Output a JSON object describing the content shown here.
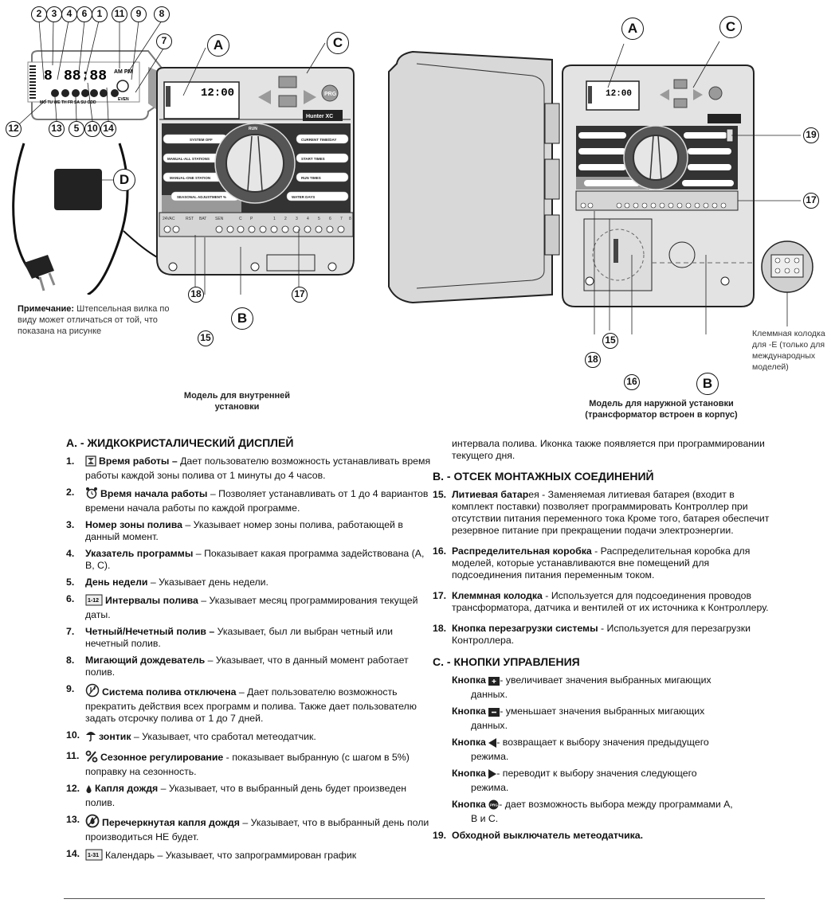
{
  "figure": {
    "lcd_zoom": {
      "digits_left": "8",
      "digits_time": "88:88",
      "am_pm": "AM PM",
      "days": [
        "MO",
        "TU",
        "WE",
        "TH",
        "FR",
        "SA",
        "SU",
        "ODD"
      ],
      "even": "EVEN",
      "callouts_top": [
        "2",
        "3",
        "4",
        "6",
        "1",
        "11",
        "9",
        "8",
        "7"
      ],
      "callouts_bottom": [
        "12",
        "13",
        "5",
        "10",
        "14"
      ]
    },
    "indoor": {
      "lcd_time": "12:00",
      "callouts": [
        "A",
        "C",
        "D",
        "B",
        "18",
        "15",
        "17"
      ],
      "dial_labels_left": [
        "SYSTEM OFF",
        "MANUAL-ALL STATIONS",
        "MANUAL-ONE STATION",
        "SEASONAL ADJUSTMENT %"
      ],
      "dial_labels_right": [
        "CURRENT TIME/DAY",
        "START TIMES",
        "RUN TIMES",
        "WATER DAYS"
      ],
      "dial_top": "RUN",
      "brand": "Hunter XC",
      "terminals": [
        "24VAC",
        "RST",
        "BAT",
        "SEN",
        "C",
        "P",
        "1",
        "2",
        "3",
        "4",
        "5",
        "6",
        "7",
        "8"
      ],
      "caption": "Модель для внутренней установки",
      "note_bold": "Примечание:",
      "note_text": " Штепсельная вилка по виду может отличаться от той, что показана на рисунке"
    },
    "outdoor": {
      "lcd_time": "12:00",
      "callouts": [
        "A",
        "C",
        "19",
        "17",
        "18",
        "15",
        "16",
        "B"
      ],
      "terminal_block_note": "Клеммная колодка для -E (только для международных моделей)",
      "caption_line1": "Модель для наружной установки",
      "caption_line2": "(трансформатор встроен в корпус)"
    }
  },
  "sections": {
    "A": {
      "title": "A.   - ЖИДКОКРИСТАЛИЧЕСКИЙ ДИСПЛЕЙ",
      "items": [
        {
          "num": "1.",
          "icon": "hourglass-icon",
          "bold": "Время работы –",
          "text": " Дает пользователю возможность устанавливать время работы каждой зоны полива от 1 минуты до 4 часов."
        },
        {
          "num": "2.",
          "icon": "alarm-clock-icon",
          "bold": "Время начала работы",
          "text": " – Позволяет устанавливать от 1 до 4 вариантов времени начала работы по каждой программе."
        },
        {
          "num": "3.",
          "icon": "",
          "bold": "Номер зоны полива",
          "text": " – Указывает номер зоны полива, работающей в данный момент."
        },
        {
          "num": "4.",
          "icon": "",
          "bold": "Указатель программы",
          "text": " – Показывает какая программа задействована (A, B, C)."
        },
        {
          "num": "5.",
          "icon": "",
          "bold": "День недели",
          "text": " – Указывает день недели."
        },
        {
          "num": "6.",
          "icon": "calendar-1-12-icon",
          "bold": "Интервалы полива",
          "text": " – Указывает месяц программирования текущей даты."
        },
        {
          "num": "7.",
          "icon": "",
          "bold": "Четный/Нечетный полив –",
          "text": " Указывает, был ли выбран четный или нечетный полив."
        },
        {
          "num": "8.",
          "icon": "",
          "bold": "Мигающий дождеватель",
          "text": " – Указывает, что в данный момент работает полив."
        },
        {
          "num": "9.",
          "icon": "sprinkler-off-icon",
          "bold": "Система полива отключена",
          "text": " – Дает пользователю возможность прекратить действия всех программ и полива. Также дает пользователю задать отсрочку полива от 1 до 7 дней."
        },
        {
          "num": "10.",
          "icon": "umbrella-icon",
          "bold": "зонтик",
          "text": " – Указывает, что сработал метеодатчик."
        },
        {
          "num": "11.",
          "icon": "percent-icon",
          "bold": "Сезонное регулирование",
          "text": " - показывает выбранную (с шагом в 5%) поправку на сезонность."
        },
        {
          "num": "12.",
          "icon": "raindrop-icon",
          "bold": "Капля дождя",
          "text": " – Указывает, что в выбранный день будет произведен полив."
        },
        {
          "num": "13.",
          "icon": "crossed-raindrop-icon",
          "bold": "Перечеркнутая капля дождя",
          "text": " – Указывает, что в выбранный день поли производиться НЕ будет."
        },
        {
          "num": "14.",
          "icon": "calendar-1-31-icon",
          "bold": "",
          "text": "Календарь – Указывает, что запрограммирован график"
        }
      ],
      "item14_continuation": "интервала полива. Иконка также появляется  при программировании текущего дня."
    },
    "B": {
      "title": "B.  - ОТСЕК МОНТАЖНЫХ СОЕДИНЕНИЙ",
      "items": [
        {
          "num": "15.",
          "bold": "Литиевая батар",
          "text": "ея - Заменяемая литиевая батарея (входит в комплект поставки) позволяет программировать Контроллер при отсутствии питания переменного тока Кроме того, батарея обеспечит резервное питание при прекращении подачи электроэнергии."
        },
        {
          "num": "16.",
          "bold": "Распределительная коробка",
          "text": " - Распределительная коробка для моделей, которые устанавливаются вне помещений для подсоединения питания переменным током."
        },
        {
          "num": "17.",
          "bold": "Клеммная колодка",
          "text": " - Используется для подсоединения проводов трансформатора, датчика и вентилей от их источника к Контроллеру."
        },
        {
          "num": "18.",
          "bold": "Кнопка перезагрузки системы",
          "text": " - Используется для перезагрузки Контроллера."
        }
      ]
    },
    "C": {
      "title": "C.  - КНОПКИ УПРАВЛЕНИЯ",
      "buttons": [
        {
          "label": "Кнопка",
          "icon": "plus-button-icon",
          "text": "- увеличивает значения выбранных мигающих",
          "cont": "данных."
        },
        {
          "label": "Кнопка",
          "icon": "minus-button-icon",
          "text": "- уменьшает значения выбранных мигающих",
          "cont": "данных."
        },
        {
          "label": "Кнопка",
          "icon": "left-arrow-icon",
          "text": "- возвращает к выбору значения предыдущего",
          "cont": "режима."
        },
        {
          "label": "Кнопка",
          "icon": "right-arrow-icon",
          "text": "- переводит к выбору значения следующего",
          "cont": "режима."
        },
        {
          "label": "Кнопка",
          "icon": "prg-button-icon",
          "text": "- дает возможность выбора между программами A,",
          "cont": "B и C."
        }
      ],
      "item19": {
        "num": "19.",
        "bold": "Обходной выключатель метеодатчика."
      }
    }
  }
}
